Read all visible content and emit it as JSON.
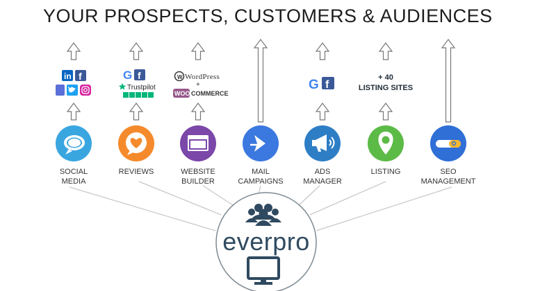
{
  "title": "YOUR PROSPECTS, CUSTOMERS & AUDIENCES",
  "hub": {
    "brand": "everpro"
  },
  "channels": [
    {
      "label_line1": "SOCIAL",
      "label_line2": "MEDIA",
      "icon": "chat-bubbles-icon",
      "color": "#3aa6e0",
      "partners": [
        "in",
        "f",
        "twitter",
        "instagram"
      ]
    },
    {
      "label_line1": "REVIEWS",
      "label_line2": "",
      "icon": "heart-bubble-icon",
      "color": "#f58a2c",
      "partners": [
        "G",
        "f",
        "Trustpilot"
      ]
    },
    {
      "label_line1": "WEBSITE",
      "label_line2": "BUILDER",
      "icon": "browser-window-icon",
      "color": "#7b47a8",
      "partners": [
        "WordPress",
        "+",
        "WOO COMMERCE"
      ]
    },
    {
      "label_line1": "MAIL",
      "label_line2": "CAMPAIGNS",
      "icon": "send-arrow-icon",
      "color": "#3b78e0",
      "partners": []
    },
    {
      "label_line1": "ADS",
      "label_line2": "MANAGER",
      "icon": "megaphone-icon",
      "color": "#2e7ec6",
      "partners": [
        "G",
        "f"
      ]
    },
    {
      "label_line1": "LISTING",
      "label_line2": "",
      "icon": "map-pin-icon",
      "color": "#5cba47",
      "partners": []
    },
    {
      "label_line1": "SEO",
      "label_line2": "MANAGEMENT",
      "icon": "search-bar-icon",
      "color": "#2f6fd6",
      "partners": []
    }
  ],
  "listing_badge": {
    "line1": "+ 40",
    "line2": "LISTING SITES"
  },
  "partner_text": {
    "trustpilot": "Trustpilot",
    "wordpress": "WordPress",
    "plus": "+",
    "woo": "WOO",
    "commerce": "COMMERCE",
    "linkedin": "in",
    "facebook": "f",
    "google": "G"
  }
}
